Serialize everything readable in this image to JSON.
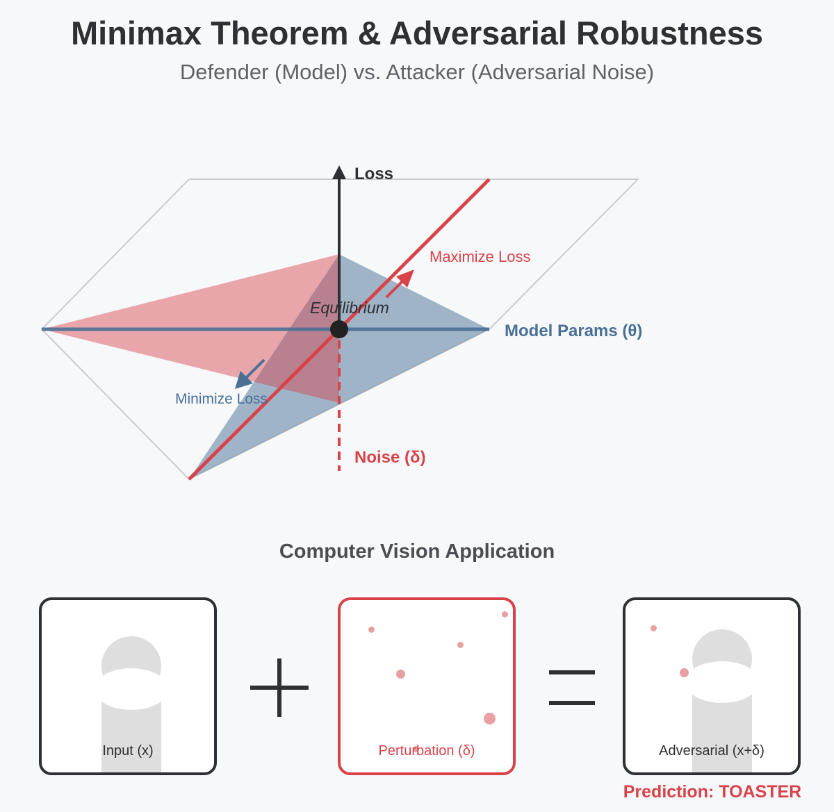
{
  "title": "Minimax Theorem & Adversarial Robustness",
  "subtitle": "Defender (Model) vs. Attacker (Adversarial Noise)",
  "diagram": {
    "axis_loss": "Loss",
    "axis_params": "Model Params (θ)",
    "axis_noise": "Noise (δ)",
    "maximize_label": "Maximize Loss",
    "minimize_label": "Minimize Loss",
    "equilibrium_label": "Equilibrium",
    "colors": {
      "attacker": "#d8434a",
      "defender": "#4a7096",
      "axis": "#2e3033",
      "plane": "#c9ccd1"
    }
  },
  "application": {
    "section_title": "Computer Vision Application",
    "input_label": "Input (x)",
    "perturbation_label": "Perturbation (δ)",
    "adversarial_label": "Adversarial (x+δ)",
    "plus_symbol": "plus-icon",
    "equals_symbol": "equals-icon",
    "prediction": "Prediction: TOASTER"
  }
}
